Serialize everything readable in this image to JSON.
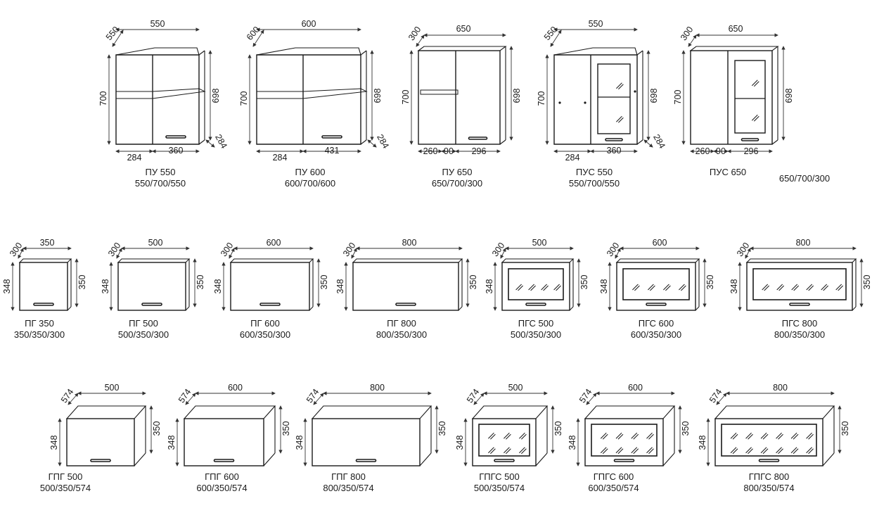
{
  "catalog": {
    "corner_row": [
      {
        "name": "ПУ 550",
        "size": "550/700/550",
        "dims": {
          "w": "550",
          "d": "550",
          "h_left": "700",
          "h_right": "698",
          "bottom_a": "284",
          "bottom_b": "360",
          "depth_small": "284"
        }
      },
      {
        "name": "ПУ 600",
        "size": "600/700/600",
        "dims": {
          "w": "600",
          "d": "600",
          "h_left": "700",
          "h_right": "698",
          "bottom_a": "284",
          "bottom_b": "431",
          "depth_small": "284"
        }
      },
      {
        "name": "ПУ 650",
        "size": "650/700/300",
        "dims": {
          "w": "650",
          "d": "300",
          "h_left": "700",
          "h_right": "698",
          "bottom_a": "260",
          "bottom_mid": "90",
          "bottom_b": "296"
        }
      },
      {
        "name": "ПУС 550",
        "size": "550/700/550",
        "dims": {
          "w": "550",
          "d": "550",
          "h_left": "700",
          "h_right": "698",
          "bottom_a": "284",
          "bottom_b": "360",
          "depth_small": "284"
        }
      },
      {
        "name": "ПУС 650",
        "size": "650/700/300",
        "dims": {
          "w": "650",
          "d": "300",
          "h_left": "700",
          "h_right": "698",
          "bottom_a": "260",
          "bottom_mid": "90",
          "bottom_b": "296"
        }
      }
    ],
    "wall_row": [
      {
        "name": "ПГ 350",
        "size": "350/350/300",
        "dims": {
          "w": "350",
          "d": "300",
          "h_left": "348",
          "h_right": "350"
        }
      },
      {
        "name": "ПГ 500",
        "size": "500/350/300",
        "dims": {
          "w": "500",
          "d": "300",
          "h_left": "348",
          "h_right": "350"
        }
      },
      {
        "name": "ПГ 600",
        "size": "600/350/300",
        "dims": {
          "w": "600",
          "d": "300",
          "h_left": "348",
          "h_right": "350"
        }
      },
      {
        "name": "ПГ 800",
        "size": "800/350/300",
        "dims": {
          "w": "800",
          "d": "300",
          "h_left": "348",
          "h_right": "350"
        }
      },
      {
        "name": "ПГС 500",
        "size": "500/350/300",
        "dims": {
          "w": "500",
          "d": "300",
          "h_left": "348",
          "h_right": "350"
        }
      },
      {
        "name": "ПГС 600",
        "size": "600/350/300",
        "dims": {
          "w": "600",
          "d": "300",
          "h_left": "348",
          "h_right": "350"
        }
      },
      {
        "name": "ПГС 800",
        "size": "800/350/300",
        "dims": {
          "w": "800",
          "d": "300",
          "h_left": "348",
          "h_right": "350"
        }
      }
    ],
    "deep_row": [
      {
        "name": "ГПГ 500",
        "size": "500/350/574",
        "dims": {
          "w": "500",
          "d": "574",
          "h_left": "348",
          "h_right": "350"
        }
      },
      {
        "name": "ГПГ 600",
        "size": "600/350/574",
        "dims": {
          "w": "600",
          "d": "574",
          "h_left": "348",
          "h_right": "350"
        }
      },
      {
        "name": "ГПГ 800",
        "size": "800/350/574",
        "dims": {
          "w": "800",
          "d": "574",
          "h_left": "348",
          "h_right": "350"
        }
      },
      {
        "name": "ГПГС 500",
        "size": "500/350/574",
        "dims": {
          "w": "500",
          "d": "574",
          "h_left": "348",
          "h_right": "350"
        }
      },
      {
        "name": "ГПГС 600",
        "size": "600/350/574",
        "dims": {
          "w": "600",
          "d": "574",
          "h_left": "348",
          "h_right": "350"
        }
      },
      {
        "name": "ГПГС 800",
        "size": "800/350/574",
        "dims": {
          "w": "800",
          "d": "574",
          "h_left": "348",
          "h_right": "350"
        }
      }
    ]
  },
  "colors": {
    "line": "#1a1a1a",
    "dim": "#333333",
    "glass": "#ffffff"
  }
}
